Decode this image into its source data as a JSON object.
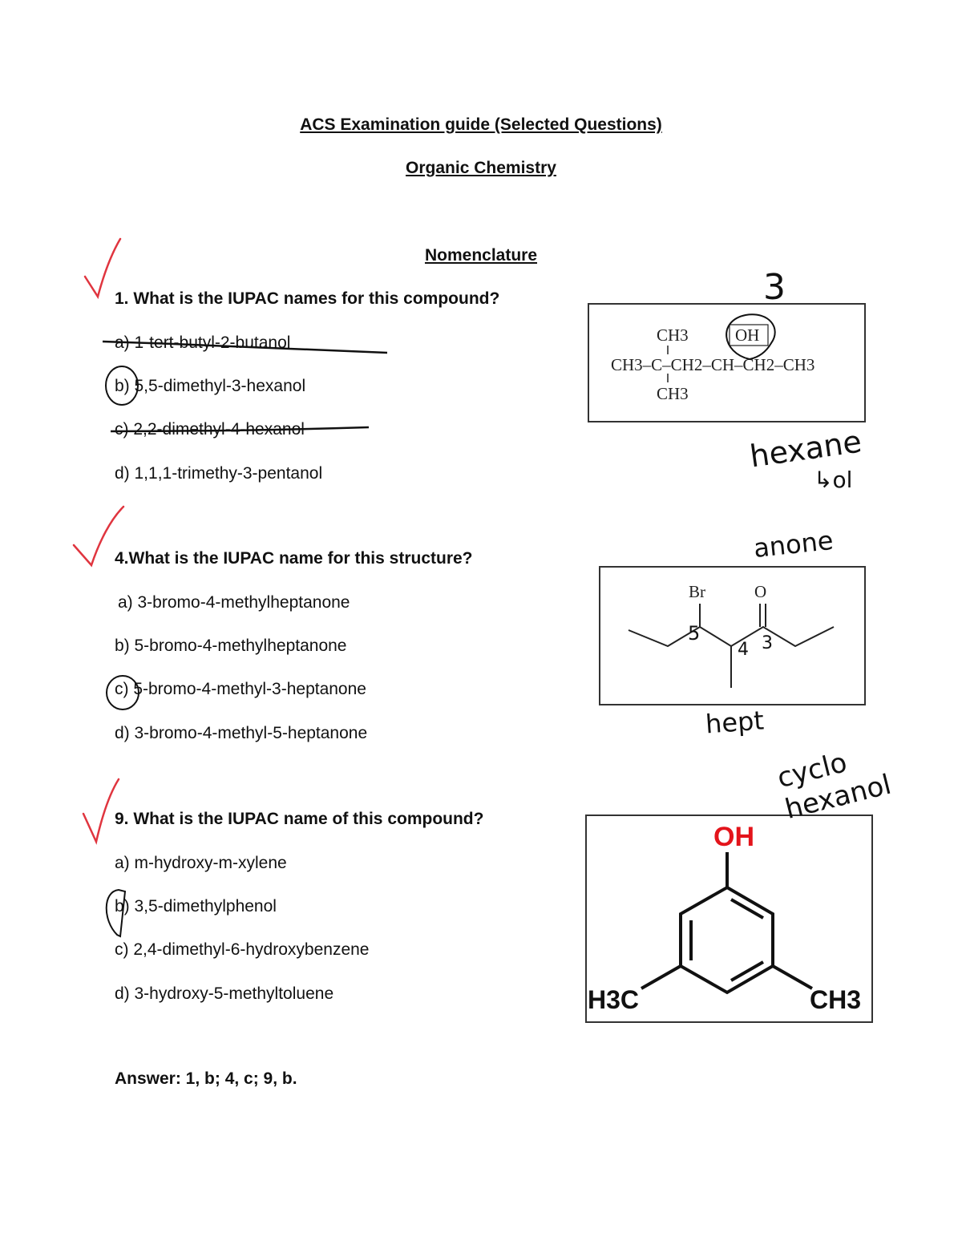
{
  "header": {
    "title": "ACS Examination guide (Selected Questions)",
    "subtitle": "Organic Chemistry",
    "section": "Nomenclature"
  },
  "q1": {
    "question": "1. What is the IUPAC names for this compound?",
    "options": [
      "a) 1-tert-butyl-2-butanol",
      "b) 5,5-dimethyl-3-hexanol",
      "c) 2,2-dimethyl-4-hexanol",
      "d) 1,1,1-trimethy-3-pentanol"
    ],
    "structure": {
      "top_ch3": "CH3",
      "oh": "OH",
      "chain": "CH3–C–CH2–CH–CH2–CH3",
      "bottom_ch3": "CH3"
    }
  },
  "q4": {
    "question": "4.What is the IUPAC name for this structure?",
    "options": [
      "a) 3-bromo-4-methylheptanone",
      "b) 5-bromo-4-methylheptanone",
      "c) 5-bromo-4-methyl-3-heptanone",
      "d) 3-bromo-4-methyl-5-heptanone"
    ],
    "structure": {
      "br": "Br",
      "o": "O"
    }
  },
  "q9": {
    "question": "9. What is the IUPAC name of this compound?",
    "options": [
      "a) m-hydroxy-m-xylene",
      "b) 3,5-dimethylphenol",
      "c) 2,4-dimethyl-6-hydroxybenzene",
      "d) 3-hydroxy-5-methyltoluene"
    ],
    "structure": {
      "oh": "OH",
      "left": "H3C",
      "right": "CH3",
      "oh_color": "#e3141b"
    }
  },
  "answer": "Answer: 1, b; 4, c; 9, b.",
  "handwriting": {
    "n3": "3",
    "hexane": "hexane",
    "arrow_ol": "↳ol",
    "anone": "anone",
    "hept": "hept",
    "cyclohexanol": "cyclo hexanol",
    "n5": "5",
    "n4": "4",
    "n3b": "3"
  },
  "colors": {
    "check": "#e0353f",
    "ink": "#111111"
  }
}
